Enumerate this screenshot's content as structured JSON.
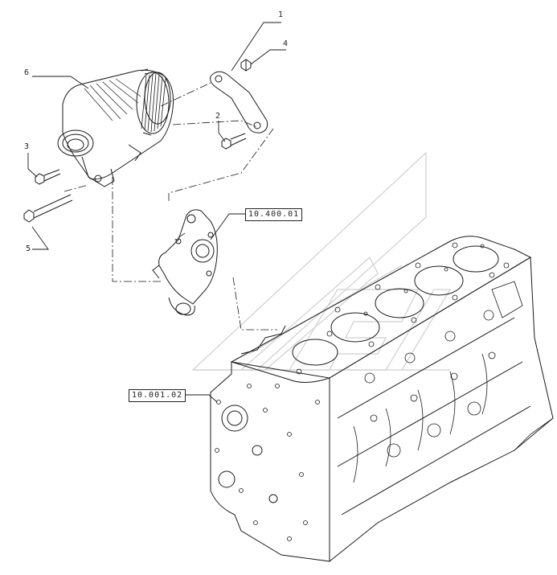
{
  "diagram": {
    "callouts": [
      "1",
      "4",
      "6",
      "2",
      "3",
      "5"
    ],
    "references": [
      "10.400.01",
      "10.001.02"
    ]
  },
  "colors": {
    "line": "#1a1a1a",
    "watermark": "#cfcfcf"
  }
}
